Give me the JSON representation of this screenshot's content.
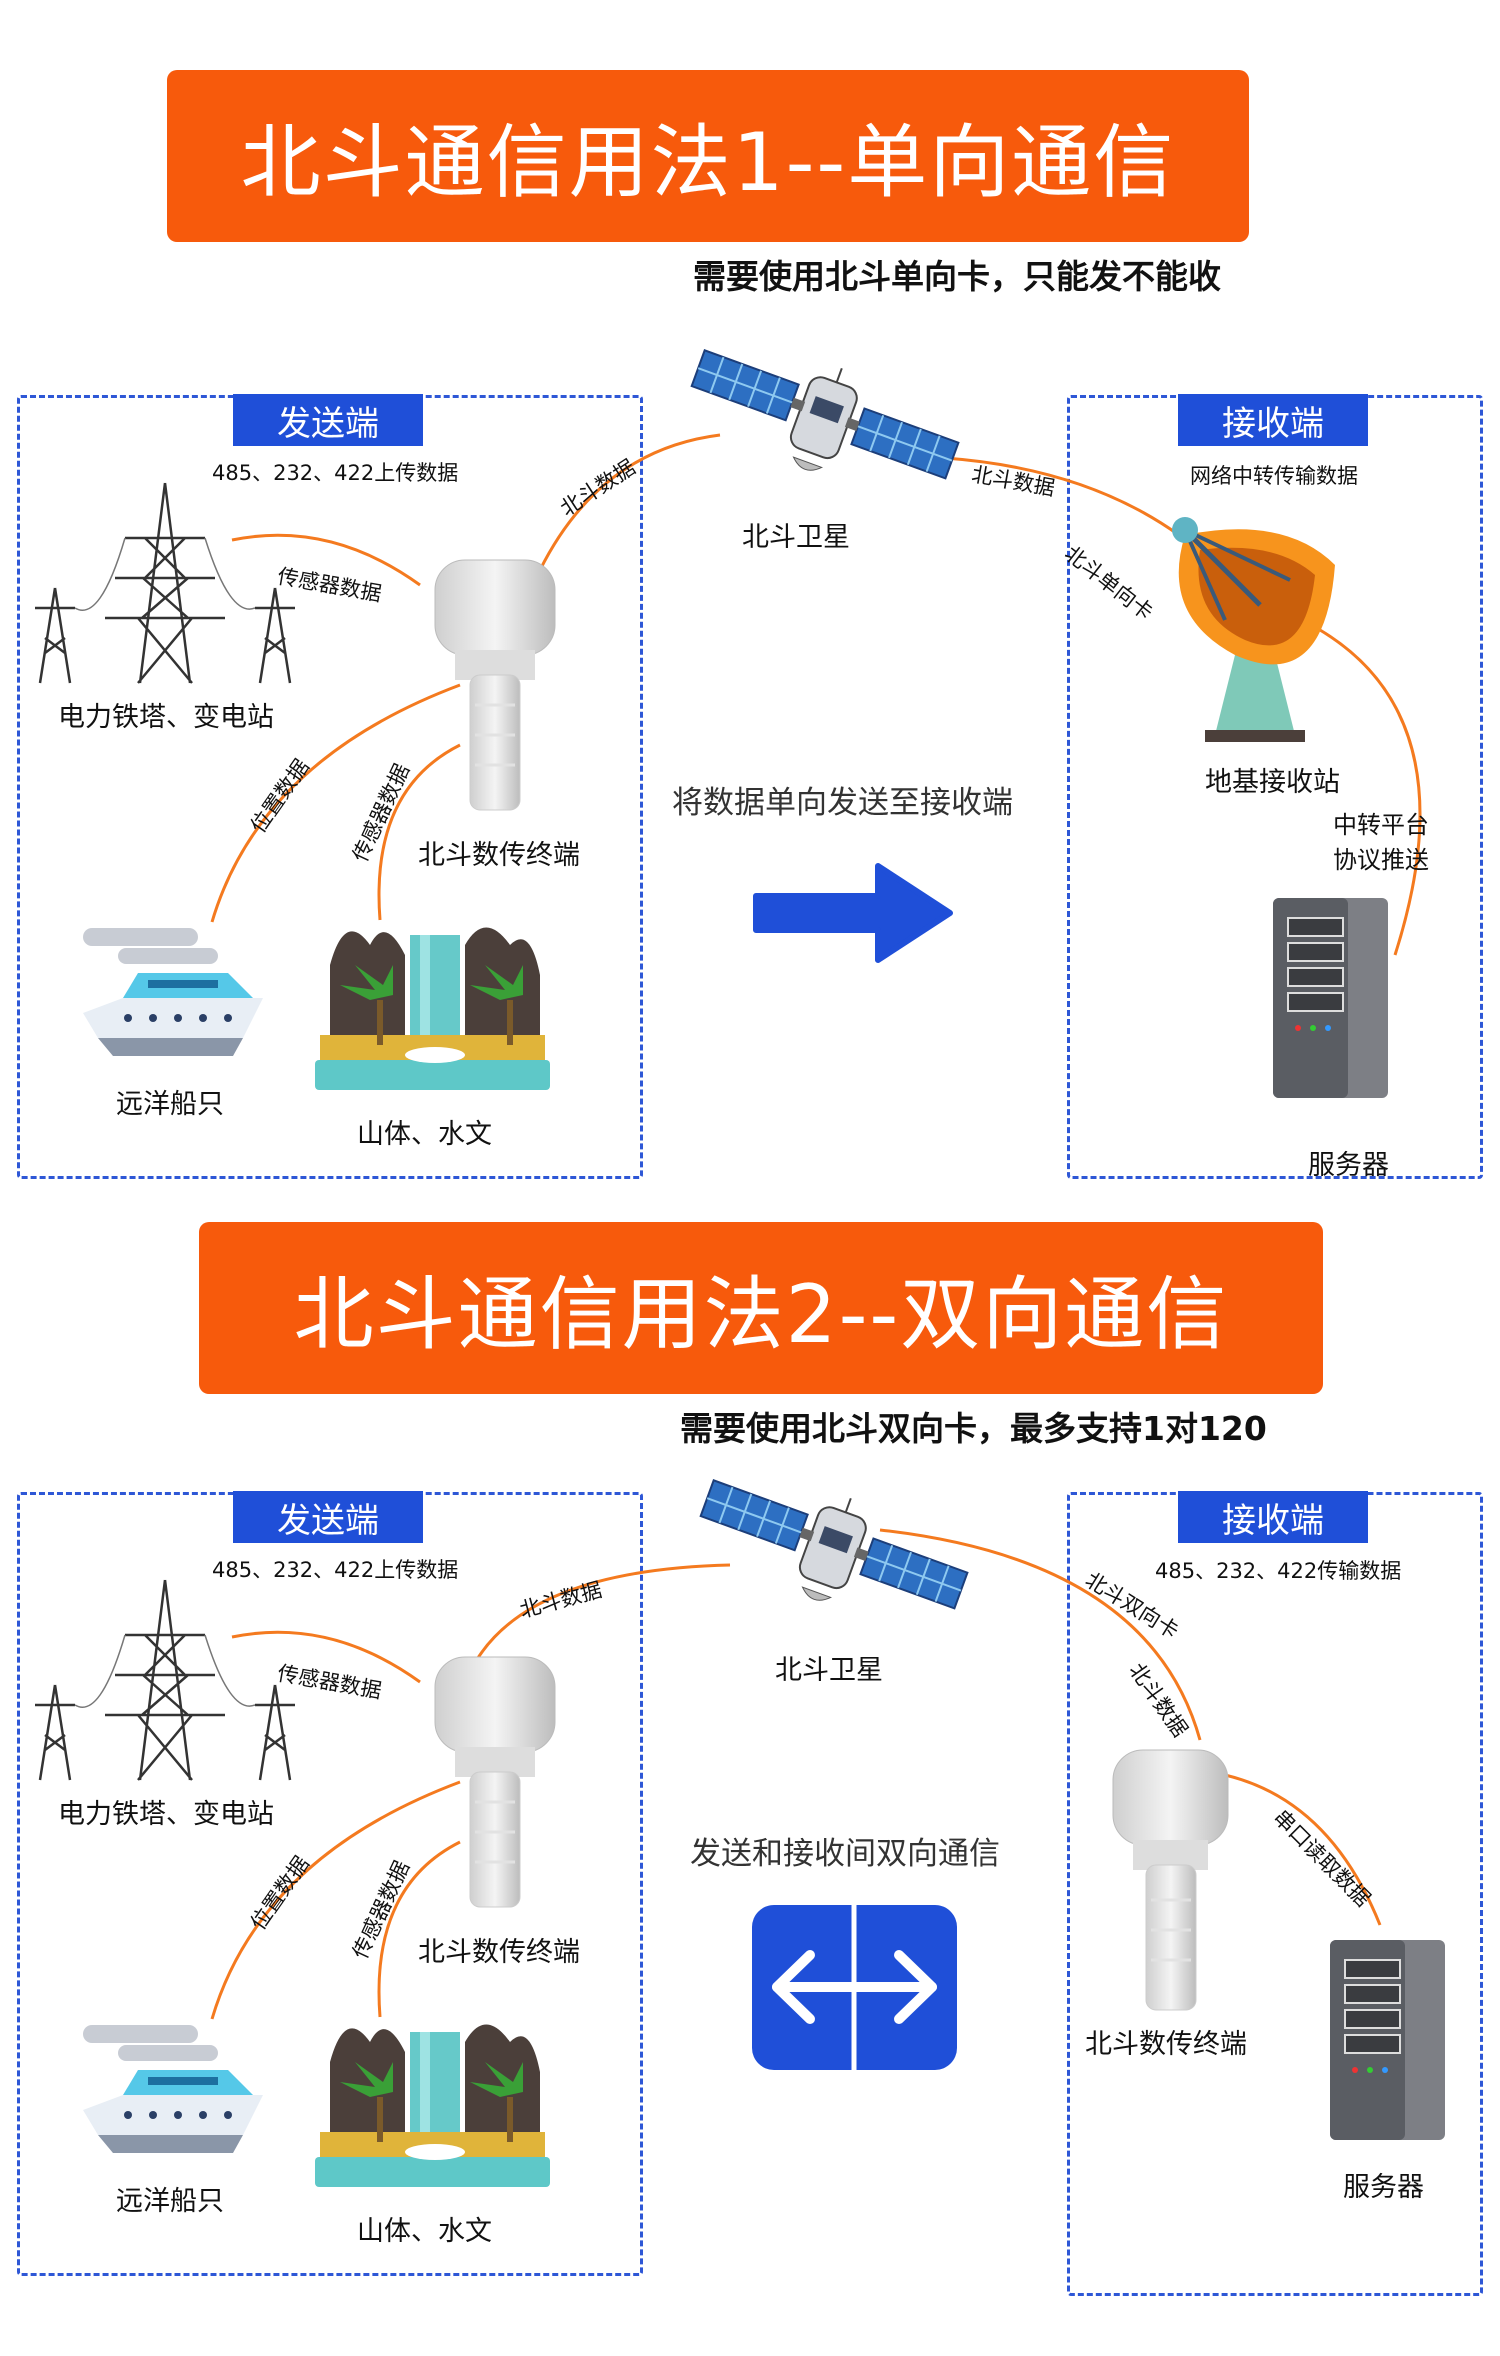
{
  "section1": {
    "title": "北斗通信用法1--单向通信",
    "subtitle": "需要使用北斗单向卡，只能发不能收",
    "sender": {
      "tag": "发送端",
      "upload_note": "485、232、422上传数据",
      "tower_label": "电力铁塔、变电站",
      "sensor_data_1": "传感器数据",
      "position_data": "位置数据",
      "sensor_data_2": "传感器数据",
      "terminal_label": "北斗数传终端",
      "ship_label": "远洋船只",
      "mountain_label": "山体、水文",
      "beidou_data": "北斗数据"
    },
    "satellite_label": "北斗卫星",
    "middle_text": "将数据单向发送至接收端",
    "receiver": {
      "tag": "接收端",
      "net_note": "网络中转传输数据",
      "beidou_data": "北斗数据",
      "oneway_card": "北斗单向卡",
      "station_label": "地基接收站",
      "relay_line1": "中转平台",
      "relay_line2": "协议推送",
      "server_label": "服务器"
    }
  },
  "section2": {
    "title": "北斗通信用法2--双向通信",
    "subtitle": "需要使用北斗双向卡，最多支持1对120",
    "sender": {
      "tag": "发送端",
      "upload_note": "485、232、422上传数据",
      "tower_label": "电力铁塔、变电站",
      "sensor_data_1": "传感器数据",
      "position_data": "位置数据",
      "sensor_data_2": "传感器数据",
      "terminal_label": "北斗数传终端",
      "ship_label": "远洋船只",
      "mountain_label": "山体、水文",
      "beidou_data": "北斗数据"
    },
    "satellite_label": "北斗卫星",
    "middle_text": "发送和接收间双向通信",
    "receiver": {
      "tag": "接收端",
      "transfer_note": "485、232、422传输数据",
      "twoway_card": "北斗双向卡",
      "beidou_data": "北斗数据",
      "serial_read": "串口读取数据",
      "terminal_label": "北斗数传终端",
      "server_label": "服务器"
    }
  },
  "colors": {
    "banner": "#f75a0c",
    "tag": "#1f4fd8",
    "dash": "#2e57d6",
    "curve": "#f47a1f",
    "arrow": "#1f4fd8"
  },
  "icons": [
    "satellite-icon",
    "power-tower-icon",
    "terminal-device-icon",
    "ship-icon",
    "mountain-waterfall-icon",
    "right-arrow-icon",
    "dish-antenna-icon",
    "server-icon",
    "bidirectional-arrow-icon"
  ]
}
